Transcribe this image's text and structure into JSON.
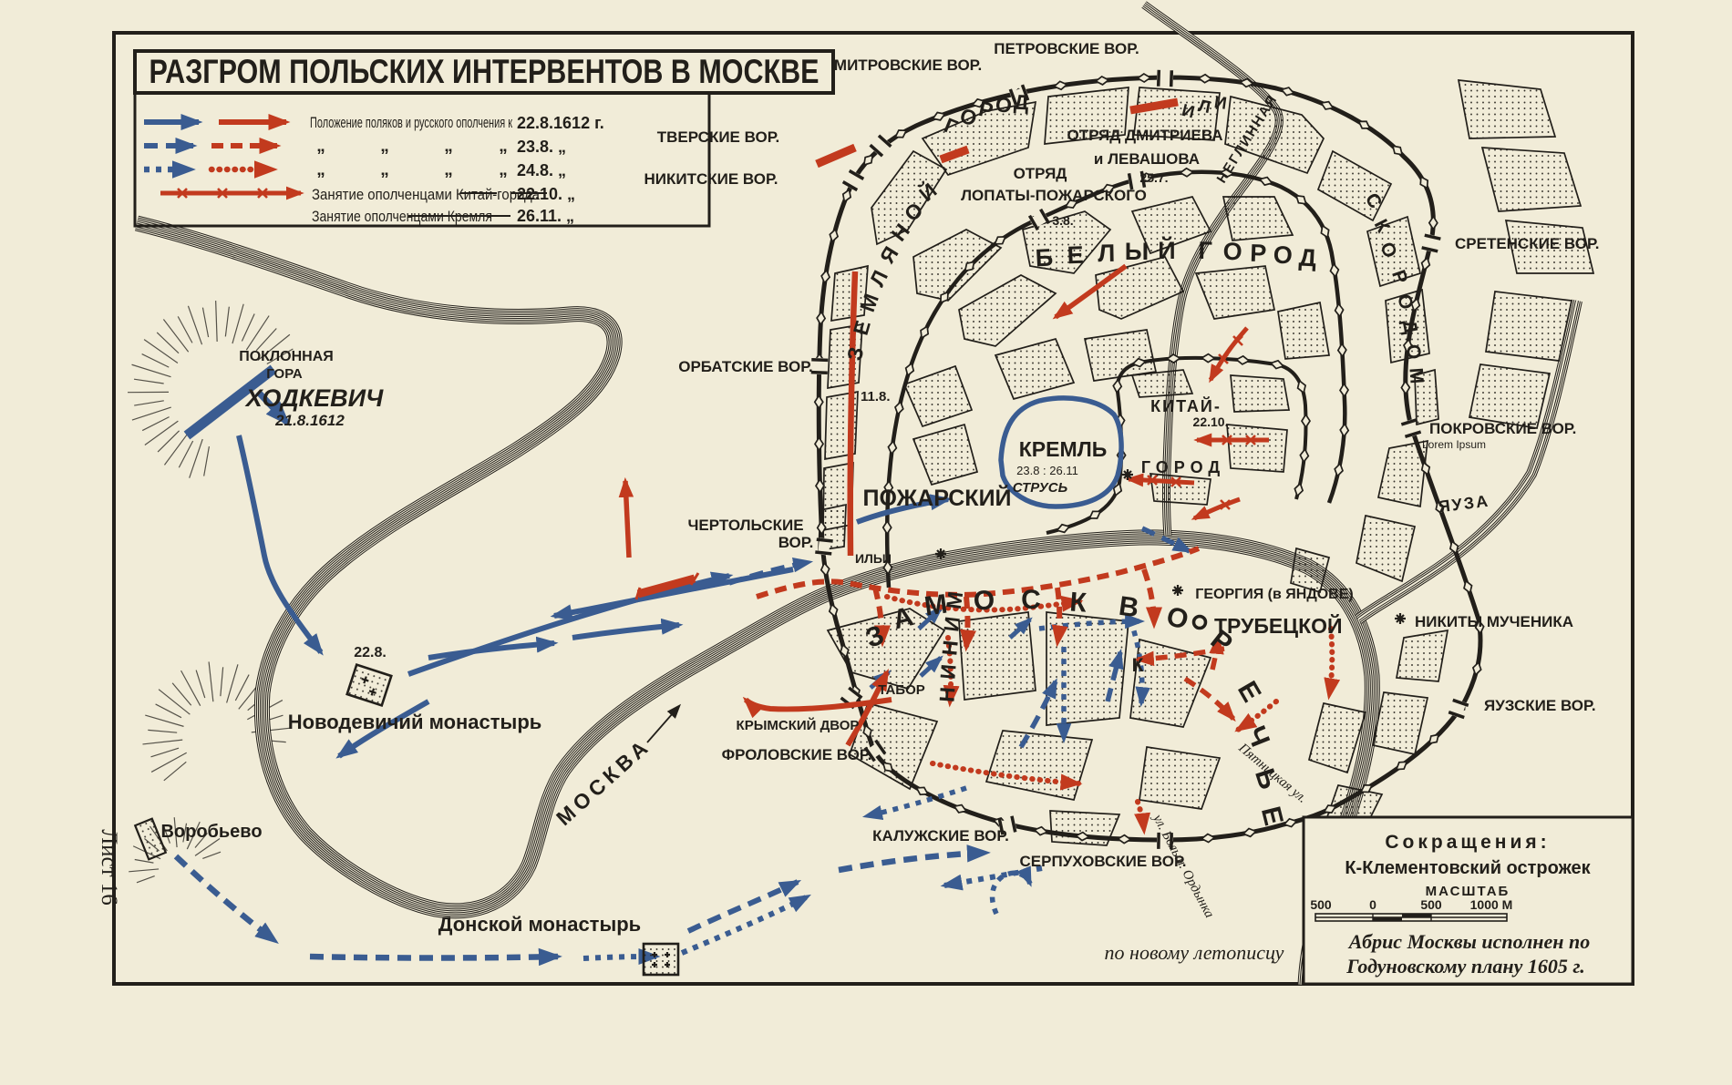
{
  "frame": {
    "sheet_label": "Лист 16"
  },
  "title": "РАЗГРОМ ПОЛЬСКИХ ИНТЕРВЕНТОВ В МОСКВЕ",
  "colors": {
    "paper": "#f1ecd8",
    "ink": "#221f1a",
    "blue": "#3a5c91",
    "red": "#c23a1e"
  },
  "legend": {
    "row1_label": "Положение поляков и русского ополчения к",
    "row1_date": "22.8.1612 г.",
    "ditto": "„",
    "row2_date": "23.8. „",
    "row3_date": "24.8. „",
    "row4_label": "Занятие ополченцами Китай-города",
    "row4_date": "22.10. „",
    "row5_label": "Занятие ополченцами Кремля",
    "row5_date": "26.11. „"
  },
  "info_box": {
    "heading": "Сокращения:",
    "abbreviation": "К-Клементовский острожек",
    "scale_heading": "МАСШТАБ",
    "scale_ticks": [
      "500",
      "0",
      "500",
      "1000 М"
    ],
    "credit_line1": "Абрис Москвы исполнен по",
    "credit_line2": "Годуновскому плану 1605 г."
  },
  "map": {
    "note": "по новому летописцу",
    "watermark": "Lorem Ipsum",
    "gates": {
      "petrovskie": "ПЕТРОВСКИЕ ВОР.",
      "dmitrovskie": "ДМИТРОВСКИЕ ВОР.",
      "tverskie": "ТВЕРСКИЕ ВОР.",
      "nikitskie": "НИКИТСКИЕ ВОР.",
      "sretenskie": "СРЕТЕНСКИЕ ВОР.",
      "pokrovskie": "ПОКРОВСКИЕ ВОР.",
      "orbatskie": "ОРБАТСКИЕ ВОР.",
      "chertolskie_line1": "ЧЕРТОЛЬСКИЕ",
      "chertolskie_line2": "ВОР.",
      "yauzskie": "ЯУЗСКИЕ ВОР.",
      "kaluzhskie": "КАЛУЖСКИЕ ВОР.",
      "serpukhovskie": "СЕРПУХОВСКИЕ ВОР.",
      "frolovskie": "ФРОЛОВСКИЕ ВОР.",
      "krymsky": "КРЫМСКИЙ ДВОР"
    },
    "districts": {
      "zemlyanoy": "ЗЕМЛЯНОЙ",
      "gorod": "ГОРОД",
      "ili": "ИЛИ",
      "skorodom": "СКОРОДОМ",
      "bely_gorod": "БЕЛЫЙ ГОРОД",
      "kitay": "КИТАЙ-",
      "kitay_date": "22.10.",
      "kitay_gorod2": "ГОРОД",
      "kreml": "КРЕМЛЬ",
      "kreml_dates": "23.8 : 26.11",
      "zamoskvorechye": "ЗАМОСКВОРЕЧЬЕ"
    },
    "rivers": {
      "moskva": "МОСКВА",
      "yauza": "ЯУЗА",
      "neglinnaya": "НЕГЛИННАЯ"
    },
    "streets": {
      "pyatnitskaya": "Пятницкая ул.",
      "ordynka": "ул. Больш. Ордынка"
    },
    "forces": {
      "khodkevich": "ХОДКЕВИЧ",
      "khodkevich_date": "21.8.1612",
      "strus": "СТРУСЬ",
      "pozharsky": "ПОЖАРСКИЙ",
      "minin": "МИНИН",
      "trubetskoy": "ТРУБЕЦКОЙ",
      "otryad1_line1": "ОТРЯД",
      "otryad1_line2": "ЛОПАТЫ-ПОЖАРСКОГО",
      "otryad1_date": "3.8.",
      "otryad2_line1": "ОТРЯД ДМИТРИЕВА",
      "otryad2_line2": "и ЛЕВАШОВА",
      "otryad2_date": "25.7.",
      "date_118": "11.8.",
      "date_228": "22.8."
    },
    "places": {
      "poklonnaya_line1": "ПОКЛОННАЯ",
      "poklonnaya_line2": "ГОРА",
      "novodevichy": "Новодевичий монастырь",
      "vorobyovo": "Воробьево",
      "donskoy": "Донской монастырь",
      "tabor": "ТАБОР",
      "georgiya": "ГЕОРГИЯ (в ЯНДОВЕ)",
      "nikity": "НИКИТЫ МУЧЕНИКА",
      "ilyi": "ИЛЬИ",
      "ostrozhek_k": "К"
    }
  }
}
